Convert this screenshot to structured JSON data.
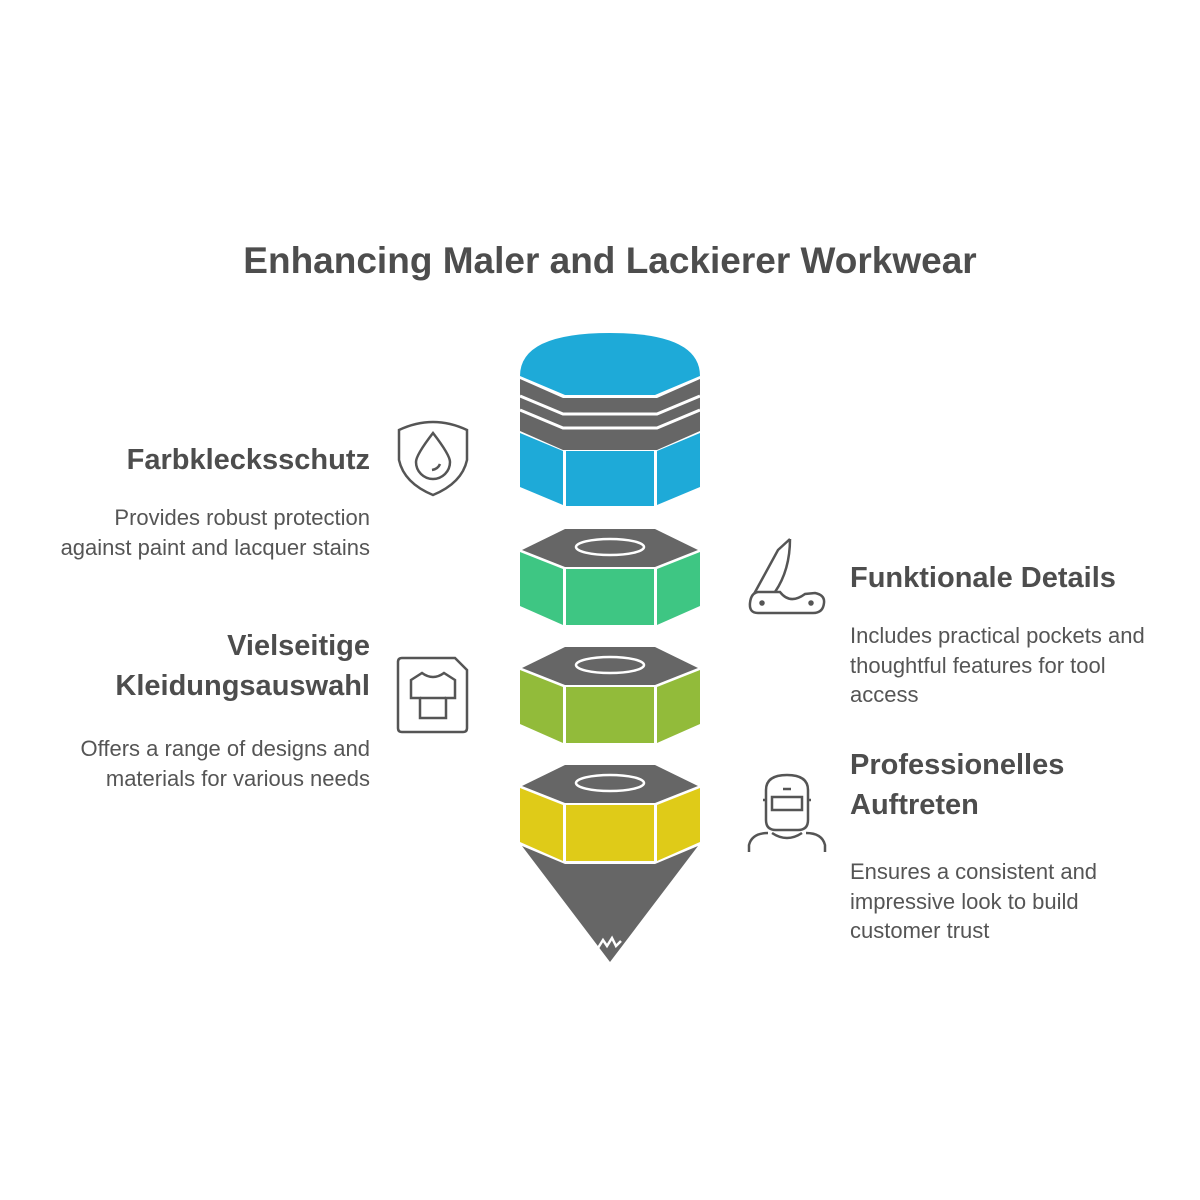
{
  "title": "Enhancing Maler and Lackierer Workwear",
  "items": [
    {
      "heading": "Farbklecksschutz",
      "description": "Provides robust protection against paint and lacquer stains",
      "icon": "shield-drop-icon",
      "color": "#1eaad8"
    },
    {
      "heading": "Funktionale Details",
      "description": "Includes practical pockets and thoughtful features for tool access",
      "icon": "pocket-knife-icon",
      "color": "#3ec683"
    },
    {
      "heading": "Vielseitige Kleidungsauswahl",
      "description": "Offers a range of designs and materials for various needs",
      "icon": "shirt-card-icon",
      "color": "#92bb3a"
    },
    {
      "heading": "Professionelles Auftreten",
      "description": "Ensures a consistent and impressive look to build customer trust",
      "icon": "welder-icon",
      "color": "#dfcb18"
    }
  ]
}
